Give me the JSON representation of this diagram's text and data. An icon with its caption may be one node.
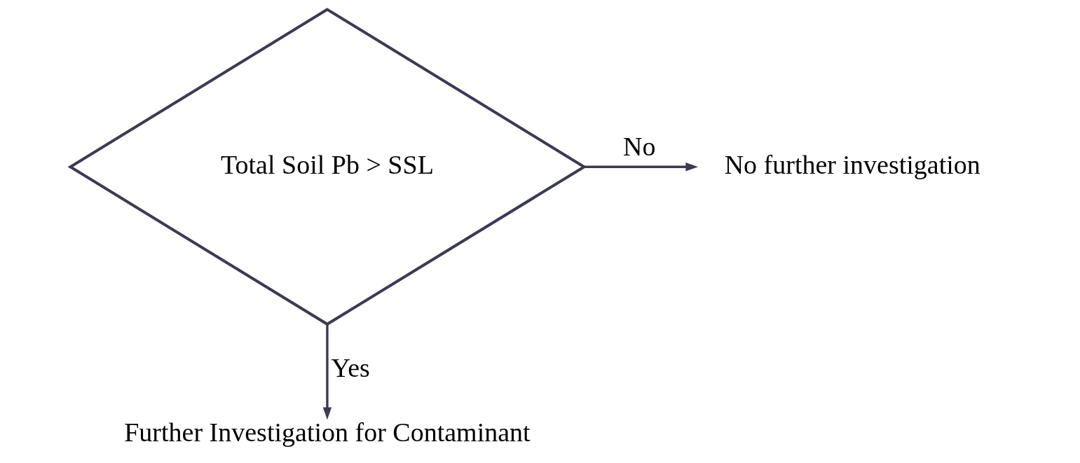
{
  "diagram": {
    "nodes": [
      {
        "text": [
          "Total Soil Pb > SSL"
        ]
      },
      {
        "text": [
          "No further investigation"
        ]
      },
      {
        "text": [
          "Further Investigation for Contaminant"
        ]
      }
    ],
    "edges": [
      {
        "from": 0,
        "to": 1,
        "arrow": "to",
        "label": "No"
      },
      {
        "from": 0,
        "to": 2,
        "arrow": "to",
        "label": "Yes"
      }
    ]
  }
}
